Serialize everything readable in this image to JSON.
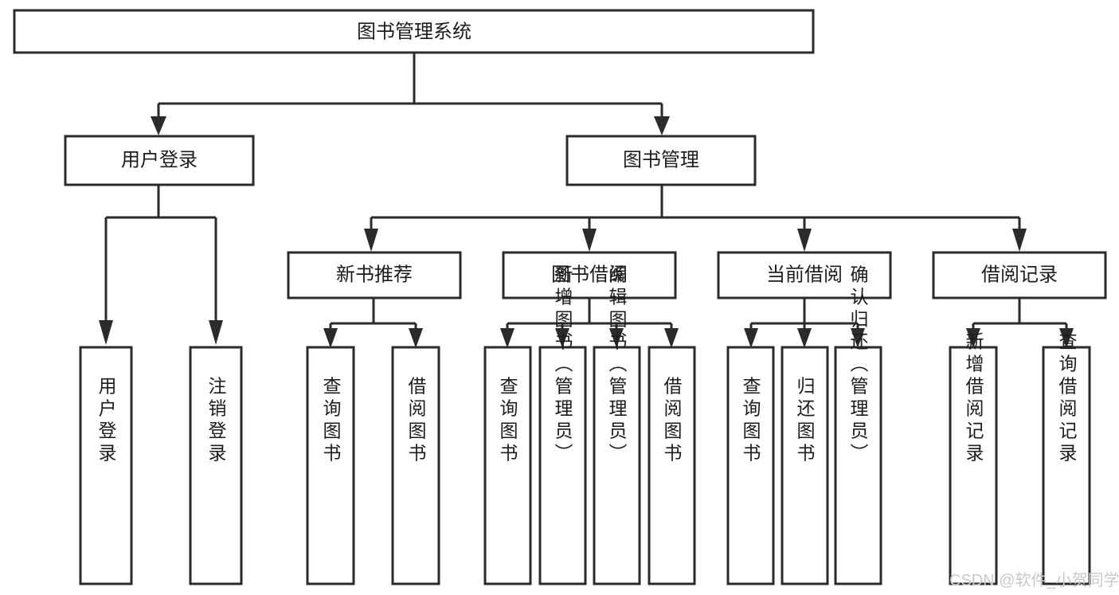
{
  "diagram": {
    "type": "tree-hierarchy",
    "title": "图书管理系统",
    "root": {
      "id": "root",
      "label": "图书管理系统"
    },
    "level2": [
      {
        "id": "user-login",
        "label": "用户登录"
      },
      {
        "id": "book-manage",
        "label": "图书管理"
      }
    ],
    "level3": [
      {
        "id": "new-book-rec",
        "label": "新书推荐",
        "parent": "book-manage"
      },
      {
        "id": "book-borrow",
        "label": "图书借阅",
        "parent": "book-manage"
      },
      {
        "id": "current-borrow",
        "label": "当前借阅",
        "parent": "book-manage"
      },
      {
        "id": "borrow-record",
        "label": "借阅记录",
        "parent": "book-manage"
      }
    ],
    "leaves": [
      {
        "id": "leaf-user-login",
        "label": "用户登录",
        "parent": "user-login"
      },
      {
        "id": "leaf-logout",
        "label": "注销登录",
        "parent": "user-login"
      },
      {
        "id": "leaf-query-book-1",
        "label": "查询图书",
        "parent": "new-book-rec"
      },
      {
        "id": "leaf-borrow-book-1",
        "label": "借阅图书",
        "parent": "new-book-rec"
      },
      {
        "id": "leaf-query-book-2",
        "label": "查询图书",
        "parent": "book-borrow"
      },
      {
        "id": "leaf-add-book",
        "label": "新增图书（管理员）",
        "parent": "book-borrow"
      },
      {
        "id": "leaf-edit-book",
        "label": "编辑图书（管理员）",
        "parent": "book-borrow"
      },
      {
        "id": "leaf-borrow-book-2",
        "label": "借阅图书",
        "parent": "book-borrow"
      },
      {
        "id": "leaf-query-book-3",
        "label": "查询图书",
        "parent": "current-borrow"
      },
      {
        "id": "leaf-return-book",
        "label": "归还图书",
        "parent": "current-borrow"
      },
      {
        "id": "leaf-confirm-return",
        "label": "确认归还（管理员）",
        "parent": "current-borrow"
      },
      {
        "id": "leaf-add-record",
        "label": "新增借阅记录",
        "parent": "borrow-record"
      },
      {
        "id": "leaf-query-record",
        "label": "查询借阅记录",
        "parent": "borrow-record"
      }
    ]
  },
  "watermark": {
    "text": "CSDN @软件_小贺同学"
  },
  "colors": {
    "stroke": "#2b2b2b",
    "fill": "#ffffff",
    "text": "#1c1c1c",
    "watermark": "#c9c9c9"
  }
}
